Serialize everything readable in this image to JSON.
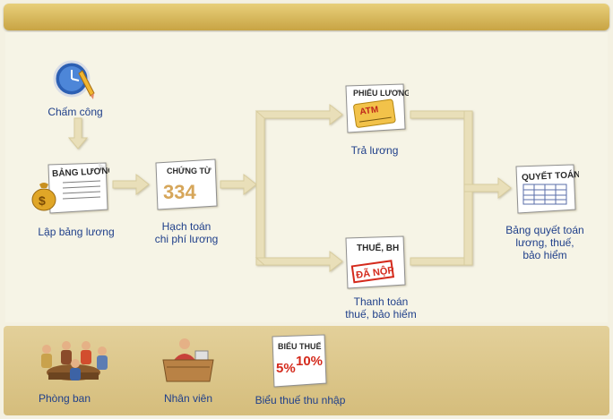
{
  "diagram": {
    "nodes": {
      "cham_cong": "Chấm công",
      "lap_bang_luong": "Lập bảng lương",
      "hach_toan": [
        "Hạch toán",
        "chi phí lương"
      ],
      "tra_luong": "Trả lương",
      "thanh_toan": [
        "Thanh toán",
        "thuế, bảo hiểm"
      ],
      "bang_quyet_toan": [
        "Bảng quyết toán",
        "lương, thuế,",
        "bảo hiểm"
      ]
    },
    "documents": {
      "bang_luong": "BẢNG LƯƠNG",
      "chung_tu": "CHỨNG TỪ",
      "chung_tu_number": "334",
      "phieu_luong": "PHIẾU LƯƠNG",
      "atm": "ATM",
      "thue_bh": "THUẾ, BH",
      "da_nop": "ĐÃ NỘP",
      "quyet_toan": "QUYẾT TOÁN"
    }
  },
  "bottom_bar": {
    "phong_ban": "Phòng ban",
    "nhan_vien": "Nhân viên",
    "bieu_thue": "Biểu thuế thu nhập",
    "bieu_thue_doc": "BIỂU THUẾ",
    "rate_5": "5%",
    "rate_10": "10%"
  },
  "colors": {
    "arrow": "#e9dfb9",
    "label": "#1f3f8a",
    "stamp_red": "#d42a1c"
  },
  "icons": [
    "clock-pencil-icon",
    "money-bag-icon",
    "department-meeting-icon",
    "employee-desk-icon"
  ]
}
